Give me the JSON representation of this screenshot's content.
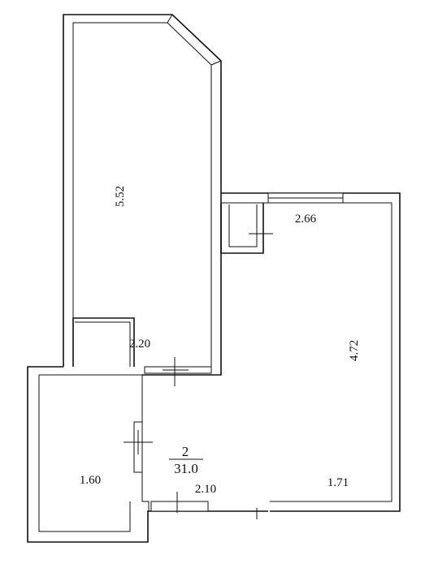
{
  "dimensions": {
    "balcony_length": "5.52",
    "corridor_width": "2.20",
    "room_width": "2.66",
    "room_length": "4.72",
    "bathroom_width": "1.60",
    "kitchen_width": "2.10",
    "kitchen_depth": "1.71"
  },
  "room_label": {
    "number": "2",
    "area": "31.0"
  }
}
